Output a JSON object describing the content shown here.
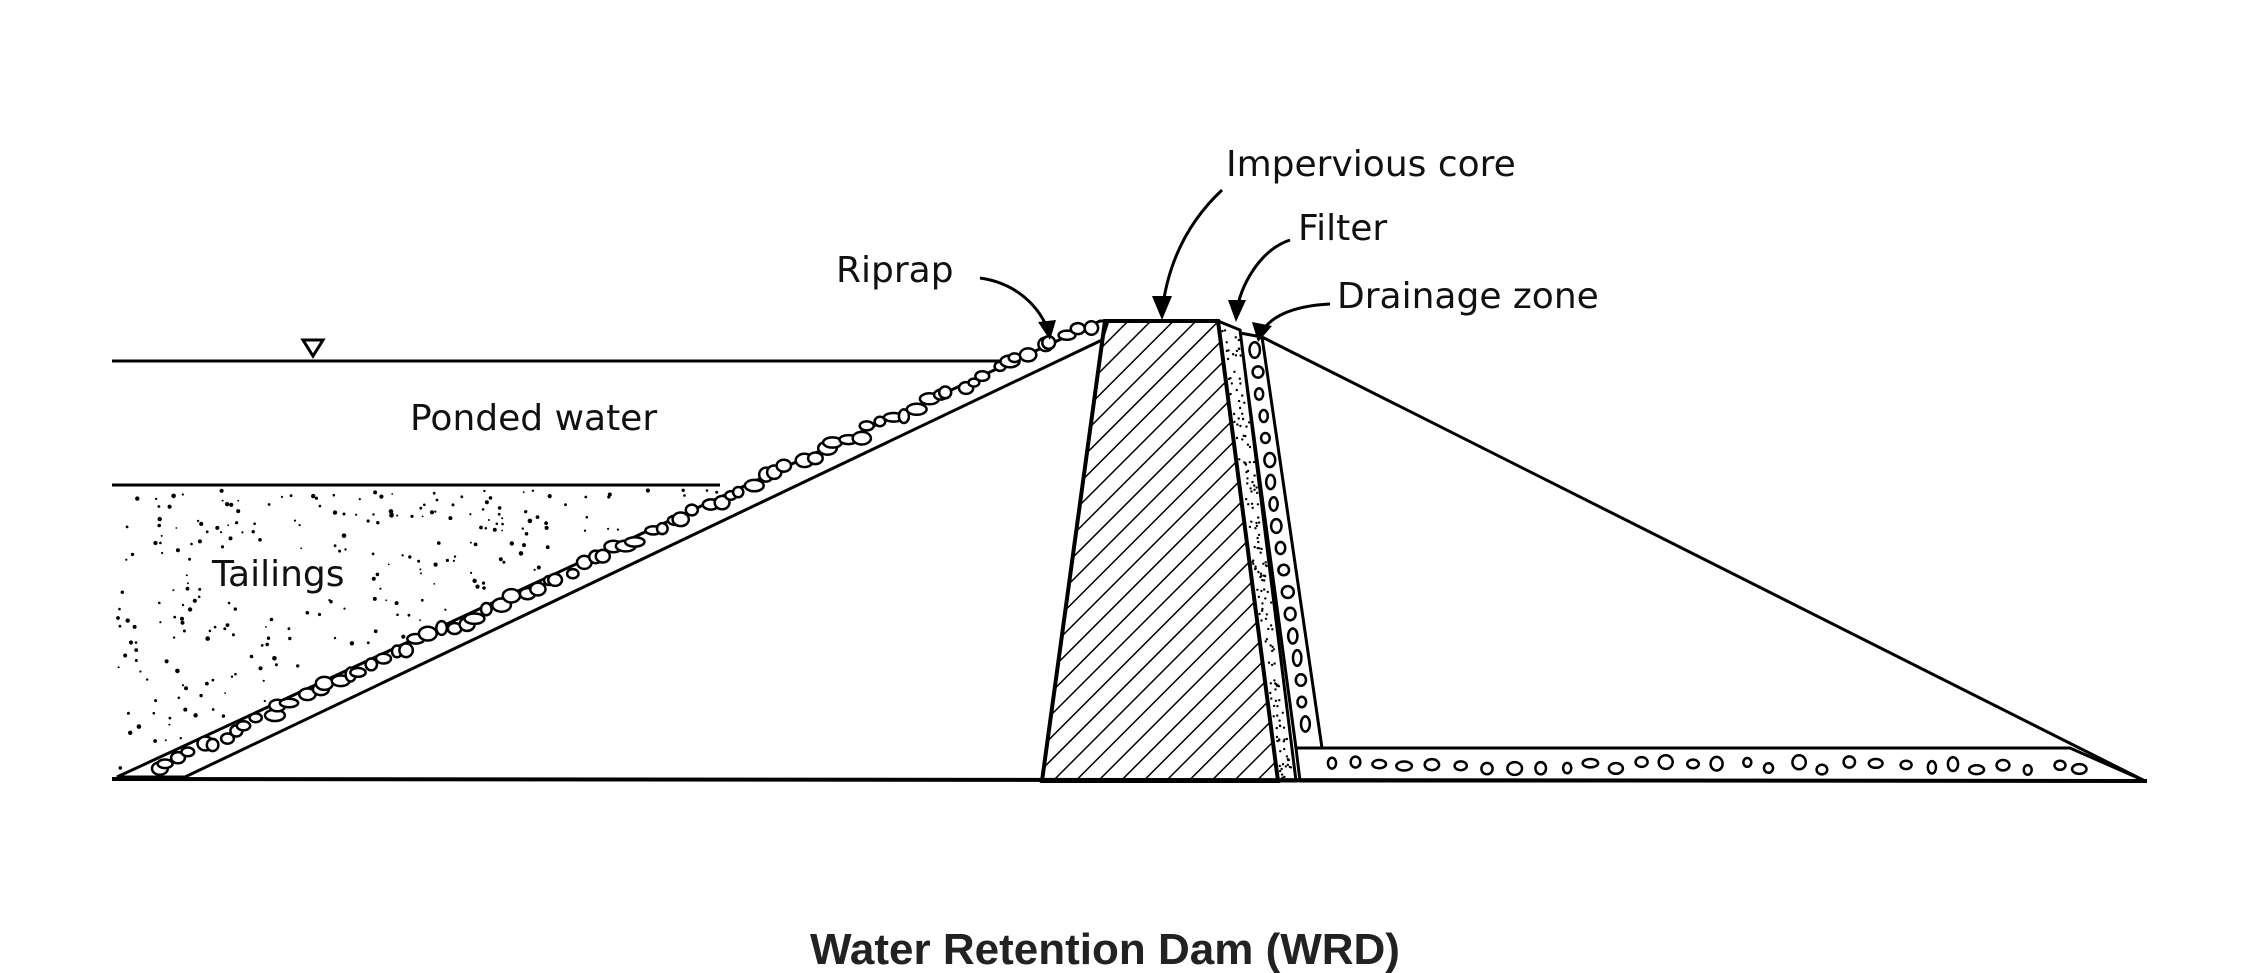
{
  "labels": {
    "impervious_core": "Impervious core",
    "filter": "Filter",
    "drainage_zone": "Drainage zone",
    "riprap": "Riprap",
    "ponded_water": "Ponded water",
    "tailings": "Tailings"
  },
  "caption": "Water Retention Dam (WRD)"
}
